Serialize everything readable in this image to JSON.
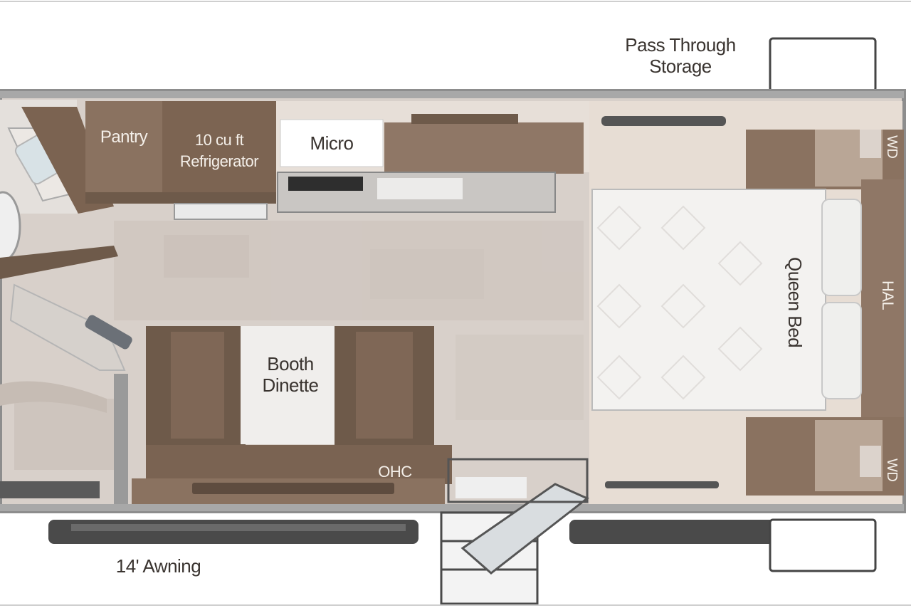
{
  "floorplan": {
    "labels": {
      "pass_through_line1": "Pass Through",
      "pass_through_line2": "Storage",
      "pantry": "Pantry",
      "fridge_line1": "10 cu ft",
      "fridge_line2": "Refrigerator",
      "micro": "Micro",
      "booth_line1": "Booth",
      "booth_line2": "Dinette",
      "ohc": "OHC",
      "bed": "Queen Bed",
      "ward_top": "WD",
      "ward_mid": "HAL",
      "ward_bottom": "WD",
      "awning": "14' Awning"
    }
  },
  "colors": {
    "wall": "#9a9a9a",
    "floor": "#d8d0ca",
    "cabinet_dark": "#6e5a4a",
    "cabinet_light": "#a48b76",
    "counter": "#e9e3dd",
    "bed": "#f3f2f0"
  }
}
